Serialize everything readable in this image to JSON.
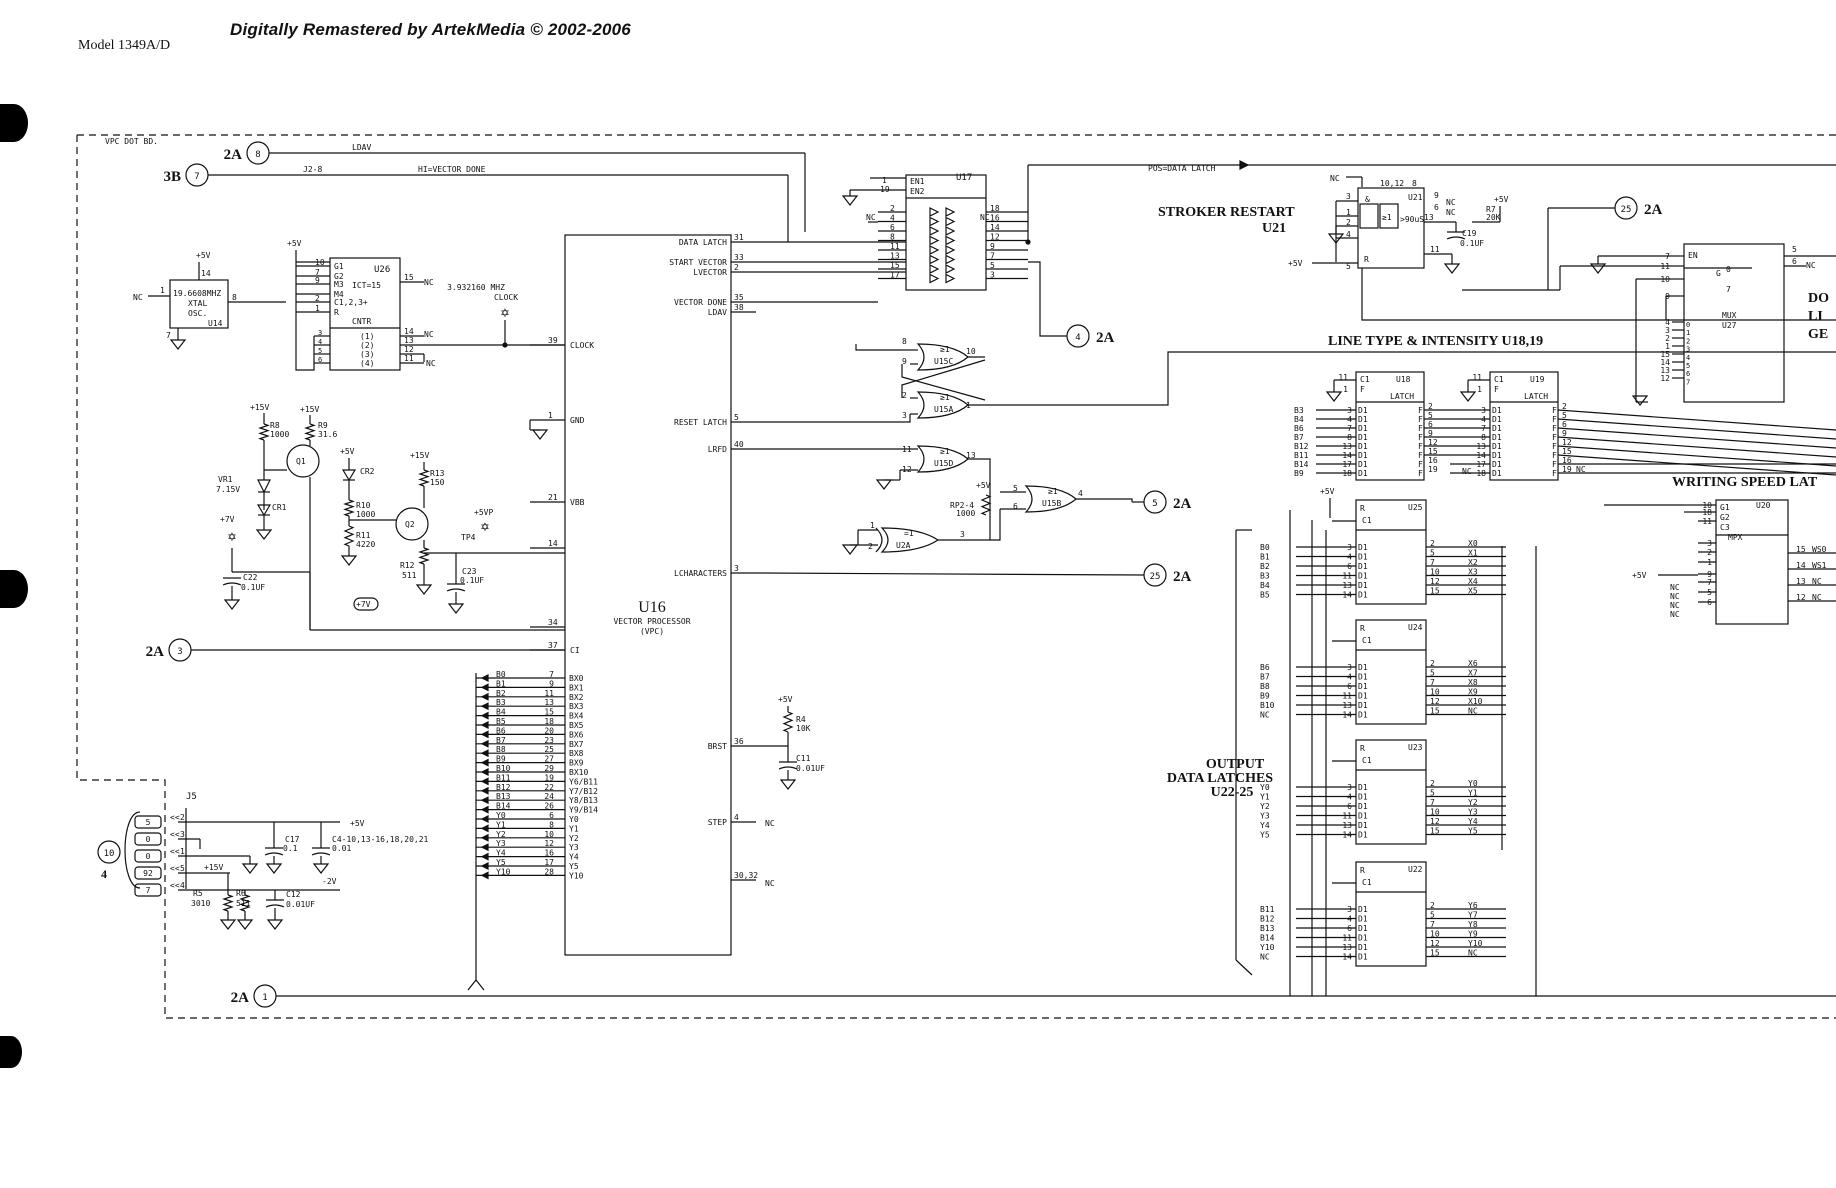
{
  "header": {
    "banner": "Digitally Remastered by ArtekMedia © 2002-2006",
    "model": "Model 1349A/D"
  },
  "board": {
    "name": "VPC DOT BD."
  },
  "section_titles": {
    "stroker_restart": "STROKER RESTART",
    "stroker_ref": "U21",
    "line_type": "LINE TYPE & INTENSITY U18,19",
    "writing_speed": "WRITING SPEED LAT",
    "output_1": "OUTPUT",
    "output_2": "DATA LATCHES",
    "output_3": "U22-25",
    "dot_1": "DO",
    "dot_2": "LI",
    "dot_3": "GE"
  },
  "connectors": {
    "c8": {
      "num": "8",
      "ref": "2A",
      "signal": "LDAV"
    },
    "c7": {
      "num": "7",
      "ref": "3B",
      "pin": "J2-8",
      "signal": "HI=VECTOR DONE"
    },
    "c3": {
      "num": "3",
      "ref": "2A"
    },
    "c1": {
      "num": "1",
      "ref": "2A"
    },
    "c4": {
      "num": "4",
      "ref": "2A"
    },
    "c5": {
      "num": "5",
      "ref": "2A"
    },
    "c25a": {
      "num": "25",
      "ref": "2A"
    },
    "c25b": {
      "num": "25",
      "ref": "2A"
    },
    "c10": {
      "num": "10",
      "ref": "4"
    }
  },
  "u16": {
    "ref": "U16",
    "name": "VECTOR PROCESSOR",
    "sub": "(VPC)",
    "left_pins": [
      {
        "num": "39",
        "name": "CLOCK"
      },
      {
        "num": "1",
        "name": "GND"
      },
      {
        "num": "21",
        "name": "VBB"
      },
      {
        "num": "14",
        "name": ""
      },
      {
        "num": "34",
        "name": ""
      },
      {
        "num": "37",
        "name": "CI"
      }
    ],
    "right_pins": [
      {
        "num": "31",
        "name": "DATA LATCH"
      },
      {
        "num": "33",
        "name": "START VECTOR"
      },
      {
        "num": "2",
        "name": "LVECTOR"
      },
      {
        "num": "35",
        "name": "VECTOR DONE"
      },
      {
        "num": "38",
        "name": "LDAV"
      },
      {
        "num": "5",
        "name": "RESET LATCH"
      },
      {
        "num": "40",
        "name": "LRFD"
      },
      {
        "num": "3",
        "name": "LCHARACTERS"
      },
      {
        "num": "36",
        "name": "BRST"
      },
      {
        "num": "4",
        "name": "STEP"
      },
      {
        "num": "30,32",
        "name": ""
      }
    ],
    "bus_pins": [
      {
        "sig": "B0",
        "num": "7",
        "name": "BX0"
      },
      {
        "sig": "B1",
        "num": "9",
        "name": "BX1"
      },
      {
        "sig": "B2",
        "num": "11",
        "name": "BX2"
      },
      {
        "sig": "B3",
        "num": "13",
        "name": "BX3"
      },
      {
        "sig": "B4",
        "num": "15",
        "name": "BX4"
      },
      {
        "sig": "B5",
        "num": "18",
        "name": "BX5"
      },
      {
        "sig": "B6",
        "num": "20",
        "name": "BX6"
      },
      {
        "sig": "B7",
        "num": "23",
        "name": "BX7"
      },
      {
        "sig": "B8",
        "num": "25",
        "name": "BX8"
      },
      {
        "sig": "B9",
        "num": "27",
        "name": "BX9"
      },
      {
        "sig": "B10",
        "num": "29",
        "name": "BX10"
      },
      {
        "sig": "B11",
        "num": "19",
        "name": "Y6/B11"
      },
      {
        "sig": "B12",
        "num": "22",
        "name": "Y7/B12"
      },
      {
        "sig": "B13",
        "num": "24",
        "name": "Y8/B13"
      },
      {
        "sig": "B14",
        "num": "26",
        "name": "Y9/B14"
      },
      {
        "sig": "Y0",
        "num": "6",
        "name": "Y0"
      },
      {
        "sig": "Y1",
        "num": "8",
        "name": "Y1"
      },
      {
        "sig": "Y2",
        "num": "10",
        "name": "Y2"
      },
      {
        "sig": "Y3",
        "num": "12",
        "name": "Y3"
      },
      {
        "sig": "Y4",
        "num": "16",
        "name": "Y4"
      },
      {
        "sig": "Y5",
        "num": "17",
        "name": "Y5"
      },
      {
        "sig": "Y10",
        "num": "28",
        "name": "Y10"
      }
    ]
  },
  "osc": {
    "ref": "U14",
    "freq": "19.6608MHZ",
    "l2": "XTAL",
    "l3": "OSC.",
    "pin_in": "1",
    "pin_out": "8",
    "pin_gnd": "7",
    "pin_vcc": "14",
    "nc": "NC",
    "vcc": "+5V"
  },
  "u26": {
    "ref": "U26",
    "type": "ICT=15",
    "cntr": "CNTR",
    "vcc": "+5V",
    "nc": "NC",
    "in_pins": [
      "10",
      "7",
      "9",
      "",
      "2",
      "1"
    ],
    "in_names": [
      "G1",
      "G2",
      "M3",
      "M4",
      "C1,2,3+",
      "R"
    ],
    "out_pins": [
      "15",
      "14",
      "13",
      "12",
      "11"
    ],
    "q_names": [
      "(1)",
      "(2)",
      "(3)",
      "(4)"
    ],
    "left_q_pins": [
      "3",
      "4",
      "5",
      "6"
    ]
  },
  "clock": {
    "freq": "3.932160 MHZ",
    "label": "CLOCK"
  },
  "power": {
    "p5": "+5V",
    "p15": "+15V",
    "m2": "-2V",
    "p7": "+7V",
    "p5vp": "+5VP",
    "tp4": "TP4",
    "p7box": "+7V"
  },
  "components": {
    "r8": {
      "ref": "R8",
      "val": "1000"
    },
    "r9": {
      "ref": "R9",
      "val": "31.6"
    },
    "q1": "Q1",
    "q2": "Q2",
    "vr1": {
      "ref": "VR1",
      "val": "7.15V"
    },
    "cr1": "CR1",
    "cr2": "CR2",
    "r13": {
      "ref": "R13",
      "val": "150"
    },
    "r10": {
      "ref": "R10",
      "val": "1000"
    },
    "r11": {
      "ref": "R11",
      "val": "4220"
    },
    "r12": {
      "ref": "R12",
      "val": "511"
    },
    "c22": {
      "ref": "C22",
      "val": "0.1UF"
    },
    "c23": {
      "ref": "C23",
      "val": "0.1UF"
    },
    "r4": {
      "ref": "R4",
      "val": "10K"
    },
    "c11": {
      "ref": "C11",
      "val": "0.01UF"
    },
    "rp2": {
      "ref": "RP2-4",
      "val": "1000"
    },
    "r5": {
      "ref": "R5",
      "val": "3010"
    },
    "r6": {
      "ref": "R6",
      "val": "511"
    },
    "c17": {
      "ref": "C17",
      "val": "0.1"
    },
    "c4": {
      "ref": "C4-10,13-16,18,20,21",
      "val": "0.01"
    },
    "c12": {
      "ref": "C12",
      "val": "0.01UF"
    },
    "r7": {
      "ref": "R7",
      "val": "20K"
    },
    "c19": {
      "ref": "C19",
      "val": "0.1UF"
    }
  },
  "j5": {
    "ref": "J5",
    "pins": [
      {
        "wire": "5",
        "num": "2"
      },
      {
        "wire": "0",
        "num": "3"
      },
      {
        "wire": "0",
        "num": "1"
      },
      {
        "wire": "92",
        "num": "5"
      },
      {
        "wire": "7",
        "num": "4"
      }
    ]
  },
  "u17": {
    "ref": "U17",
    "en1": "EN1",
    "en2": "EN2",
    "nc": "NC",
    "en_pins": [
      "1",
      "19"
    ],
    "in_pins": [
      "2",
      "4",
      "6",
      "8",
      "11",
      "13",
      "15",
      "17"
    ],
    "out_pins": [
      "18",
      "16",
      "14",
      "12",
      "9",
      "7",
      "5",
      "3"
    ]
  },
  "gates": {
    "u15c": {
      "ref": "U15C",
      "sym": "≥1",
      "in": [
        "8",
        "9"
      ],
      "out": "10"
    },
    "u15a": {
      "ref": "U15A",
      "sym": "≥1",
      "in": [
        "2",
        "3"
      ],
      "out": "1"
    },
    "u15d": {
      "ref": "U15D",
      "sym": "≥1",
      "in": [
        "11",
        "12"
      ],
      "out": "13"
    },
    "u15b": {
      "ref": "U15B",
      "sym": "≥1",
      "in": [
        "5",
        "6"
      ],
      "out": "4"
    },
    "u2a": {
      "ref": "U2A",
      "sym": "=1",
      "in": [
        "1",
        "2"
      ],
      "out": "3"
    }
  },
  "u21": {
    "ref": "U21",
    "amp": "&",
    "ge": "≥1",
    "time": ">90uS",
    "r": "R",
    "nc": "NC",
    "pins_top": [
      "10,12",
      "8"
    ],
    "pins_left": [
      "3",
      "1",
      "2",
      "4",
      "5"
    ],
    "pins_right": [
      "9",
      "6",
      "13",
      "11"
    ]
  },
  "u27": {
    "ref": "U27",
    "type": "MUX",
    "en": "EN",
    "g": "G",
    "g_sub": "0",
    "g_sub2": "7",
    "pins_left": [
      "7",
      "11",
      "10",
      "9",
      "4",
      "3",
      "2",
      "1",
      "15",
      "14",
      "13",
      "12"
    ],
    "nums_right": [
      "0",
      "1",
      "2",
      "3",
      "4",
      "5",
      "6",
      "7"
    ],
    "out": [
      "5",
      "6"
    ],
    "nc": "NC"
  },
  "latches": {
    "u18": {
      "ref": "U18",
      "type": "LATCH",
      "c1": "C1",
      "clk": "11",
      "f": "1",
      "sig": [
        "B3",
        "B4",
        "B6",
        "B7",
        "B12",
        "B11",
        "B14",
        "B9"
      ],
      "in": [
        "3",
        "4",
        "7",
        "8",
        "13",
        "14",
        "17",
        "18"
      ],
      "out": [
        "2",
        "5",
        "6",
        "9",
        "12",
        "15",
        "16",
        "19"
      ]
    },
    "u19": {
      "ref": "U19",
      "type": "LATCH",
      "c1": "C1",
      "clk": "11",
      "f": "1",
      "in": [
        "3",
        "4",
        "7",
        "8",
        "13",
        "14",
        "17",
        "18"
      ],
      "out": [
        "2",
        "5",
        "6",
        "9",
        "12",
        "15",
        "16",
        "19"
      ],
      "nc": "NC"
    }
  },
  "u20": {
    "ref": "U20",
    "type": "MPX",
    "g1": "G1",
    "g2": "G2",
    "c3": "C3",
    "pins_left": [
      "10",
      "18",
      "11",
      "3",
      "2",
      "1",
      "9",
      "7",
      "5",
      "6"
    ],
    "out": [
      {
        "pin": "15",
        "sig": "WS0"
      },
      {
        "pin": "14",
        "sig": "WS1"
      },
      {
        "pin": "13",
        "sig": "NC"
      },
      {
        "pin": "12",
        "sig": "NC"
      }
    ],
    "vcc": "+5V"
  },
  "out_latches": [
    {
      "ref": "U25",
      "r": "R",
      "c1": "C1",
      "sig": [
        "B0",
        "B1",
        "B2",
        "B3",
        "B4",
        "B5"
      ],
      "in": [
        "3",
        "4",
        "6",
        "11",
        "13",
        "14"
      ],
      "out": [
        "2",
        "5",
        "7",
        "10",
        "12",
        "15"
      ],
      "osig": [
        "X0",
        "X1",
        "X2",
        "X3",
        "X4",
        "X5"
      ]
    },
    {
      "ref": "U24",
      "r": "R",
      "c1": "C1",
      "sig": [
        "B6",
        "B7",
        "B8",
        "B9",
        "B10",
        "NC"
      ],
      "in": [
        "3",
        "4",
        "6",
        "11",
        "13",
        "14"
      ],
      "out": [
        "2",
        "5",
        "7",
        "10",
        "12",
        "15"
      ],
      "osig": [
        "X6",
        "X7",
        "X8",
        "X9",
        "X10",
        "NC"
      ]
    },
    {
      "ref": "U23",
      "r": "R",
      "c1": "C1",
      "sig": [
        "Y0",
        "Y1",
        "Y2",
        "Y3",
        "Y4",
        "Y5"
      ],
      "in": [
        "3",
        "4",
        "6",
        "11",
        "13",
        "14"
      ],
      "out": [
        "2",
        "5",
        "7",
        "10",
        "12",
        "15"
      ],
      "osig": [
        "Y0",
        "Y1",
        "Y2",
        "Y3",
        "Y4",
        "Y5"
      ]
    },
    {
      "ref": "U22",
      "r": "R",
      "c1": "C1",
      "sig": [
        "B11",
        "B12",
        "B13",
        "B14",
        "Y10",
        "NC"
      ],
      "in": [
        "3",
        "4",
        "6",
        "11",
        "13",
        "14"
      ],
      "out": [
        "2",
        "5",
        "7",
        "10",
        "12",
        "15"
      ],
      "osig": [
        "Y6",
        "Y7",
        "Y8",
        "Y9",
        "Y10",
        "NC"
      ]
    }
  ],
  "misc": {
    "pos_data_latch": "POS=DATA LATCH",
    "nc": "NC",
    "d1": "D1"
  }
}
